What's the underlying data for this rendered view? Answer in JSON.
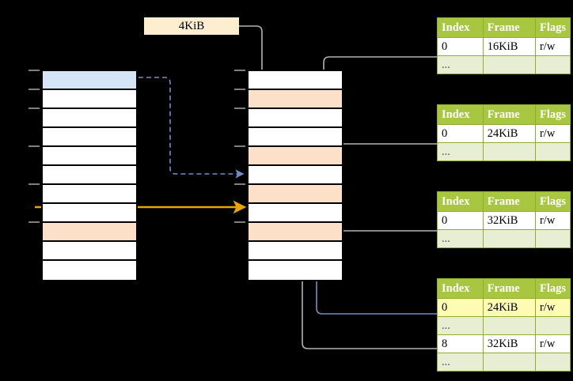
{
  "diagram": {
    "title_label": "4KiB",
    "background_color": "#000000",
    "colors": {
      "header_green": "#a8c63f",
      "ellipsis_row": "#e8eed4",
      "highlight_yellow": "#fdfbb4",
      "label_box": "#fdeed0",
      "cell_blue": "#d6e4f7",
      "cell_orange": "#fde0c8",
      "wire_gray": "#b3b3b3",
      "wire_blue": "#6f8fc4",
      "wire_orange": "#e8a400"
    }
  },
  "left_column": {
    "name": "virtual-address-space",
    "row_count": 11,
    "rows": [
      {
        "index": 0,
        "fill": "blue",
        "label": ""
      },
      {
        "index": 1,
        "fill": "white",
        "label": ""
      },
      {
        "index": 2,
        "fill": "white",
        "label": ""
      },
      {
        "index": 3,
        "fill": "white",
        "label": ""
      },
      {
        "index": 4,
        "fill": "white",
        "label": ""
      },
      {
        "index": 5,
        "fill": "white",
        "label": ""
      },
      {
        "index": 6,
        "fill": "white",
        "label": ""
      },
      {
        "index": 7,
        "fill": "white",
        "label": ""
      },
      {
        "index": 8,
        "fill": "orange",
        "label": ""
      },
      {
        "index": 9,
        "fill": "white",
        "label": ""
      },
      {
        "index": 10,
        "fill": "white",
        "label": ""
      }
    ]
  },
  "middle_column": {
    "name": "physical-memory",
    "row_count": 11,
    "rows": [
      {
        "index": 0,
        "fill": "white",
        "label": ""
      },
      {
        "index": 1,
        "fill": "orange",
        "label": ""
      },
      {
        "index": 2,
        "fill": "white",
        "label": ""
      },
      {
        "index": 3,
        "fill": "white",
        "label": ""
      },
      {
        "index": 4,
        "fill": "orange",
        "label": ""
      },
      {
        "index": 5,
        "fill": "white",
        "label": ""
      },
      {
        "index": 6,
        "fill": "orange",
        "label": ""
      },
      {
        "index": 7,
        "fill": "white",
        "label": ""
      },
      {
        "index": 8,
        "fill": "orange",
        "label": ""
      },
      {
        "index": 9,
        "fill": "white",
        "label": ""
      },
      {
        "index": 10,
        "fill": "white",
        "label": ""
      }
    ]
  },
  "tables": [
    {
      "name": "page-table-1",
      "headers": [
        "Index",
        "Frame",
        "Flags"
      ],
      "rows": [
        {
          "cells": [
            "0",
            "16KiB",
            "r/w"
          ],
          "style": "normal"
        },
        {
          "cells": [
            "...",
            "",
            ""
          ],
          "style": "ellipsis"
        }
      ]
    },
    {
      "name": "page-table-2",
      "headers": [
        "Index",
        "Frame",
        "Flags"
      ],
      "rows": [
        {
          "cells": [
            "0",
            "24KiB",
            "r/w"
          ],
          "style": "normal"
        },
        {
          "cells": [
            "...",
            "",
            ""
          ],
          "style": "ellipsis"
        }
      ]
    },
    {
      "name": "page-table-3",
      "headers": [
        "Index",
        "Frame",
        "Flags"
      ],
      "rows": [
        {
          "cells": [
            "0",
            "32KiB",
            "r/w"
          ],
          "style": "normal"
        },
        {
          "cells": [
            "...",
            "",
            ""
          ],
          "style": "ellipsis"
        }
      ]
    },
    {
      "name": "page-table-4",
      "headers": [
        "Index",
        "Frame",
        "Flags"
      ],
      "rows": [
        {
          "cells": [
            "0",
            "24KiB",
            "r/w"
          ],
          "style": "highlight"
        },
        {
          "cells": [
            "...",
            "",
            ""
          ],
          "style": "ellipsis"
        },
        {
          "cells": [
            "8",
            "32KiB",
            "r/w"
          ],
          "style": "normal"
        },
        {
          "cells": [
            "...",
            "",
            ""
          ],
          "style": "ellipsis"
        }
      ]
    }
  ]
}
